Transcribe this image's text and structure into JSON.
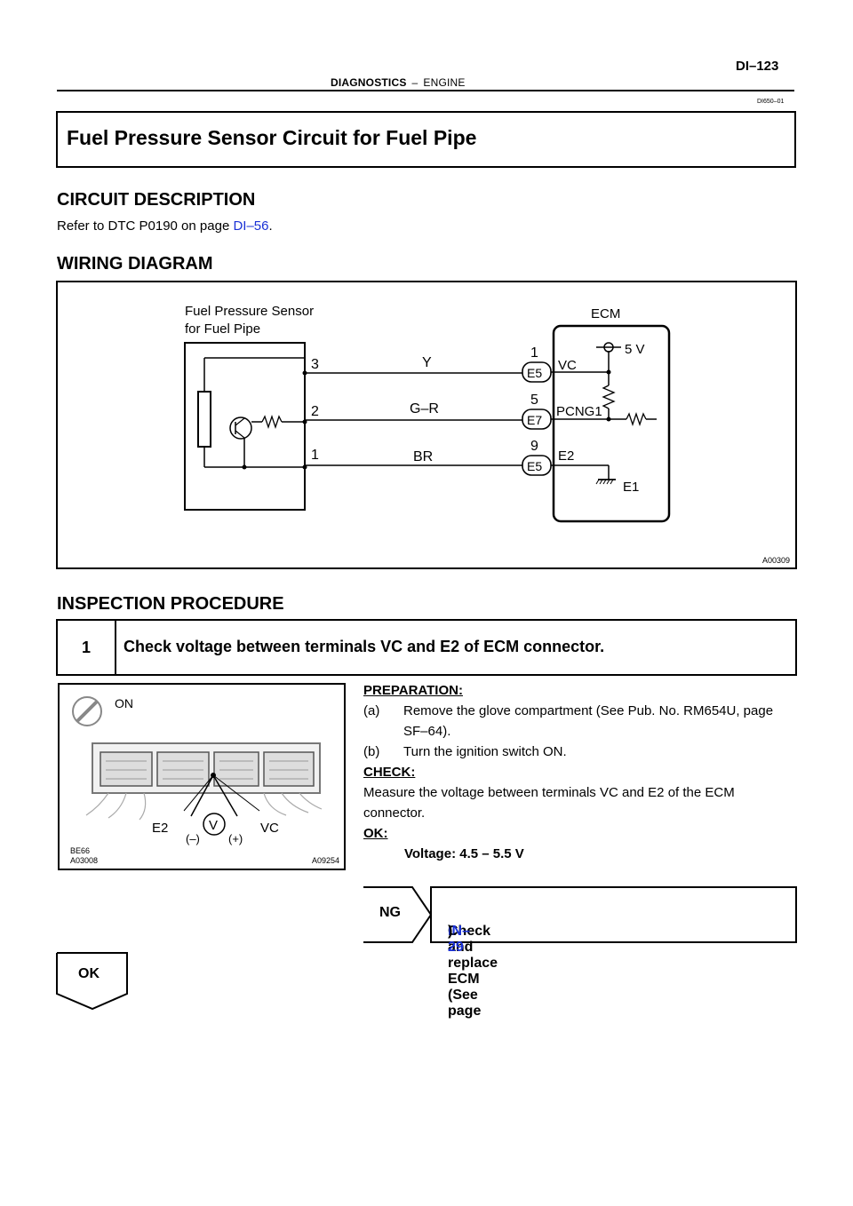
{
  "header": {
    "section": "DIAGNOSTICS",
    "separator": "–",
    "subsection": "ENGINE",
    "page_number": "DI–123",
    "doc_code": "DI650–01"
  },
  "title": "Fuel Pressure Sensor Circuit for Fuel Pipe",
  "circuit_description": {
    "heading": "CIRCUIT DESCRIPTION",
    "text_before": "Refer to DTC P0190 on page ",
    "link": "DI–56",
    "text_after": "."
  },
  "wiring_diagram": {
    "heading": "WIRING DIAGRAM",
    "sensor_label_line1": "Fuel Pressure Sensor",
    "sensor_label_line2": "for Fuel Pipe",
    "ecm_label": "ECM",
    "supply_label": "5 V",
    "wires": [
      {
        "sensor_pin": "3",
        "color": "Y",
        "ecm_pin": "1",
        "connector": "E5",
        "terminal": "VC"
      },
      {
        "sensor_pin": "2",
        "color": "G–R",
        "ecm_pin": "5",
        "connector": "E7",
        "terminal": "PCNG1"
      },
      {
        "sensor_pin": "1",
        "color": "BR",
        "ecm_pin": "9",
        "connector": "E5",
        "terminal": "E2"
      }
    ],
    "ground_label": "E1",
    "figure_code": "A00309"
  },
  "inspection": {
    "heading": "INSPECTION PROCEDURE",
    "step_number": "1",
    "step_title": "Check voltage between terminals VC and E2 of ECM connector.",
    "photo": {
      "switch_label": "ON",
      "terminal_left": "E2",
      "terminal_right": "VC",
      "probe_neg": "(–)",
      "probe_pos": "(+)",
      "meter_symbol": "V",
      "connector_code": "BE66",
      "code_left": "A03008",
      "code_right": "A09254"
    },
    "preparation_label": "PREPARATION:",
    "prep_a_marker": "(a)",
    "prep_a_text": "Remove the glove compartment (See Pub. No. RM654U, page SF–64).",
    "prep_b_marker": "(b)",
    "prep_b_text": "Turn the ignition switch ON.",
    "check_label": "CHECK:",
    "check_text": "Measure the voltage between terminals VC and E2 of the ECM connector.",
    "ok_label": "OK:",
    "ok_value": "Voltage: 4.5 – 5.5 V",
    "ng_label": "NG",
    "ng_text_before": "Check and replace ECM (See page ",
    "ng_link": "IN–29",
    "ng_text_after": ").",
    "ok_result_label": "OK"
  }
}
